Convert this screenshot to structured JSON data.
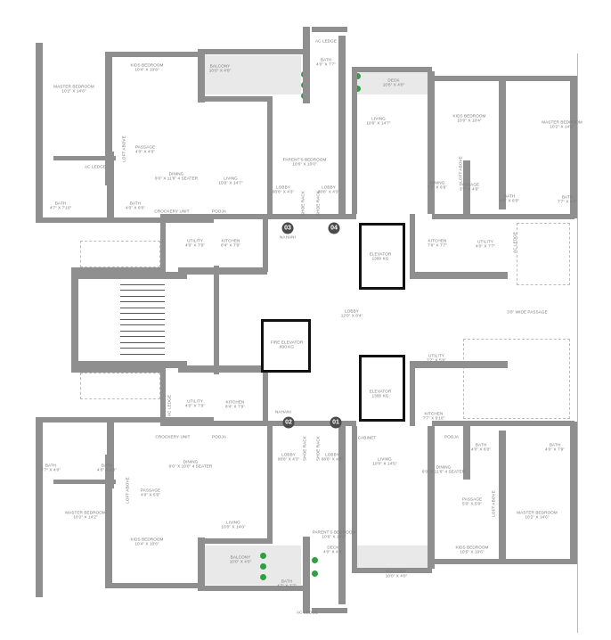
{
  "plan": {
    "units": [
      "01",
      "02",
      "03",
      "04"
    ],
    "rooms": [
      {
        "name": "MASTER BEDROOM",
        "dim": "10'2\" X 14'6\""
      },
      {
        "name": "KIDS BEDROOM",
        "dim": "10'4\" X 10'8\""
      },
      {
        "name": "BALCONY",
        "dim": "10'0\" X 4'0\""
      },
      {
        "name": "PASSAGE",
        "dim": "4'0\" X 4'0\""
      },
      {
        "name": "LOFT ABOVE",
        "dim": ""
      },
      {
        "name": "AC LEDGE",
        "dim": ""
      },
      {
        "name": "BATH",
        "dim": "4'7\" X 7'10\""
      },
      {
        "name": "BATH",
        "dim": "4'0\" X 6'0\""
      },
      {
        "name": "DINING",
        "dim": "6'0\" X 11'6\" 4 SEATER"
      },
      {
        "name": "LIVING",
        "dim": "10'0\" X 14'7\""
      },
      {
        "name": "CROCKERY UNIT",
        "dim": ""
      },
      {
        "name": "POOJA",
        "dim": ""
      },
      {
        "name": "UTILITY",
        "dim": "4'0\" X 7'9\""
      },
      {
        "name": "KITCHEN",
        "dim": "8'4\" X 7'9\""
      },
      {
        "name": "PARENT'S BEDROOM",
        "dim": "10'6\" X 10'0\""
      },
      {
        "name": "LOBBY",
        "dim": "08'6\" X 4'3\""
      },
      {
        "name": "LOBBY",
        "dim": "08'6\" X 4'3\""
      },
      {
        "name": "NAHANI",
        "dim": ""
      },
      {
        "name": "BATH",
        "dim": "4'0\" X 7'7\""
      },
      {
        "name": "AC LEDGE",
        "dim": ""
      },
      {
        "name": "LIVING",
        "dim": "10'6\" X 14'7\""
      },
      {
        "name": "DECK",
        "dim": "10'6\" X 4'0\""
      },
      {
        "name": "KIDS BEDROOM",
        "dim": "10'0\" X 10'4\""
      },
      {
        "name": "MASTER BEDROOM",
        "dim": "10'2\" X 14'2\""
      },
      {
        "name": "DINING",
        "dim": "7'2\" X 6'6\""
      },
      {
        "name": "PASSAGE",
        "dim": "3'7\" X 4'6\""
      },
      {
        "name": "BATH",
        "dim": "4'0\" X 6'0\""
      },
      {
        "name": "BATH",
        "dim": "7'7\" X 4'0\""
      },
      {
        "name": "KITCHEN",
        "dim": "7'6\" X 7'7\""
      },
      {
        "name": "UTILITY",
        "dim": "4'0\" X 7'7\""
      },
      {
        "name": "AC LEDGE",
        "dim": ""
      },
      {
        "name": "ELEVATOR",
        "dim": "1300 KG"
      },
      {
        "name": "FIRE ELEVATOR",
        "dim": "800 KG"
      },
      {
        "name": "LOBBY",
        "dim": "12'0\" X 8'4\""
      },
      {
        "name": "3'0\" WIDE PASSAGE",
        "dim": ""
      },
      {
        "name": "ELEVATOR",
        "dim": "1300 KG"
      },
      {
        "name": "UTILITY",
        "dim": "7'7\" X 5'0\""
      },
      {
        "name": "KITCHEN",
        "dim": "7'7\" X 6'10\""
      },
      {
        "name": "CABINET",
        "dim": ""
      },
      {
        "name": "POOJA",
        "dim": ""
      },
      {
        "name": "NAHANI",
        "dim": ""
      },
      {
        "name": "UTILITY",
        "dim": "4'0\" X 7'9\""
      },
      {
        "name": "KITCHEN",
        "dim": "8'4\" X 7'9\""
      },
      {
        "name": "AC LEDGE",
        "dim": ""
      },
      {
        "name": "CROCKERY UNIT",
        "dim": ""
      },
      {
        "name": "POOJA",
        "dim": ""
      },
      {
        "name": "LOBBY",
        "dim": "08'6\" X 4'3\""
      },
      {
        "name": "LOBBY",
        "dim": "08'6\" X 4'3\""
      },
      {
        "name": "LIVING",
        "dim": "10'0\" X 14'5\""
      },
      {
        "name": "DINING",
        "dim": "6'0\" X 11'6\" 4 SEATER"
      },
      {
        "name": "BATH",
        "dim": "4'0\" X 6'0\""
      },
      {
        "name": "BATH",
        "dim": "4'0\" X 7'9\""
      },
      {
        "name": "PASSAGE",
        "dim": "5'0\" X 5'0\""
      },
      {
        "name": "MASTER BEDROOM",
        "dim": "10'2\" X 14'6\""
      },
      {
        "name": "KIDS BEDROOM",
        "dim": "10'5\" X 10'6\""
      },
      {
        "name": "BALCONY",
        "dim": "10'0\" X 4'0\""
      },
      {
        "name": "PARENT'S BEDROOM",
        "dim": "10'6\" X 10'0\""
      },
      {
        "name": "DECK",
        "dim": "4'0\" X 4'0\""
      },
      {
        "name": "BATH",
        "dim": "4'7\" X 7'7\""
      },
      {
        "name": "AC LEDGE",
        "dim": ""
      },
      {
        "name": "LIVING",
        "dim": "10'0\" X 14'0\""
      },
      {
        "name": "BALCONY",
        "dim": "10'0\" X 4'0\""
      },
      {
        "name": "KIDS BEDROOM",
        "dim": "10'4\" X 10'6\""
      },
      {
        "name": "MASTER BEDROOM",
        "dim": "10'2\" X 14'2\""
      },
      {
        "name": "PASSAGE",
        "dim": "4'0\" X 5'0\""
      },
      {
        "name": "BATH",
        "dim": "7'7\" X 4'0\""
      },
      {
        "name": "BATH",
        "dim": "4'0\" X 6'0\""
      },
      {
        "name": "DINING",
        "dim": "6'0\" X 10'0\" 4 SEATER"
      },
      {
        "name": "LOFT ABOVE",
        "dim": ""
      },
      {
        "name": "LOFT ABOVE",
        "dim": ""
      },
      {
        "name": "LOFT ABOVE",
        "dim": ""
      },
      {
        "name": "SHOE RACK",
        "dim": ""
      },
      {
        "name": "SHOE RACK",
        "dim": ""
      },
      {
        "name": "SHOE RACK",
        "dim": ""
      },
      {
        "name": "SHOE RACK",
        "dim": ""
      }
    ]
  },
  "colors": {
    "wall": "#8f8f8f",
    "badge": "#4a4a4a",
    "plant": "#2ea043",
    "balcony": "#e9e9e9"
  }
}
